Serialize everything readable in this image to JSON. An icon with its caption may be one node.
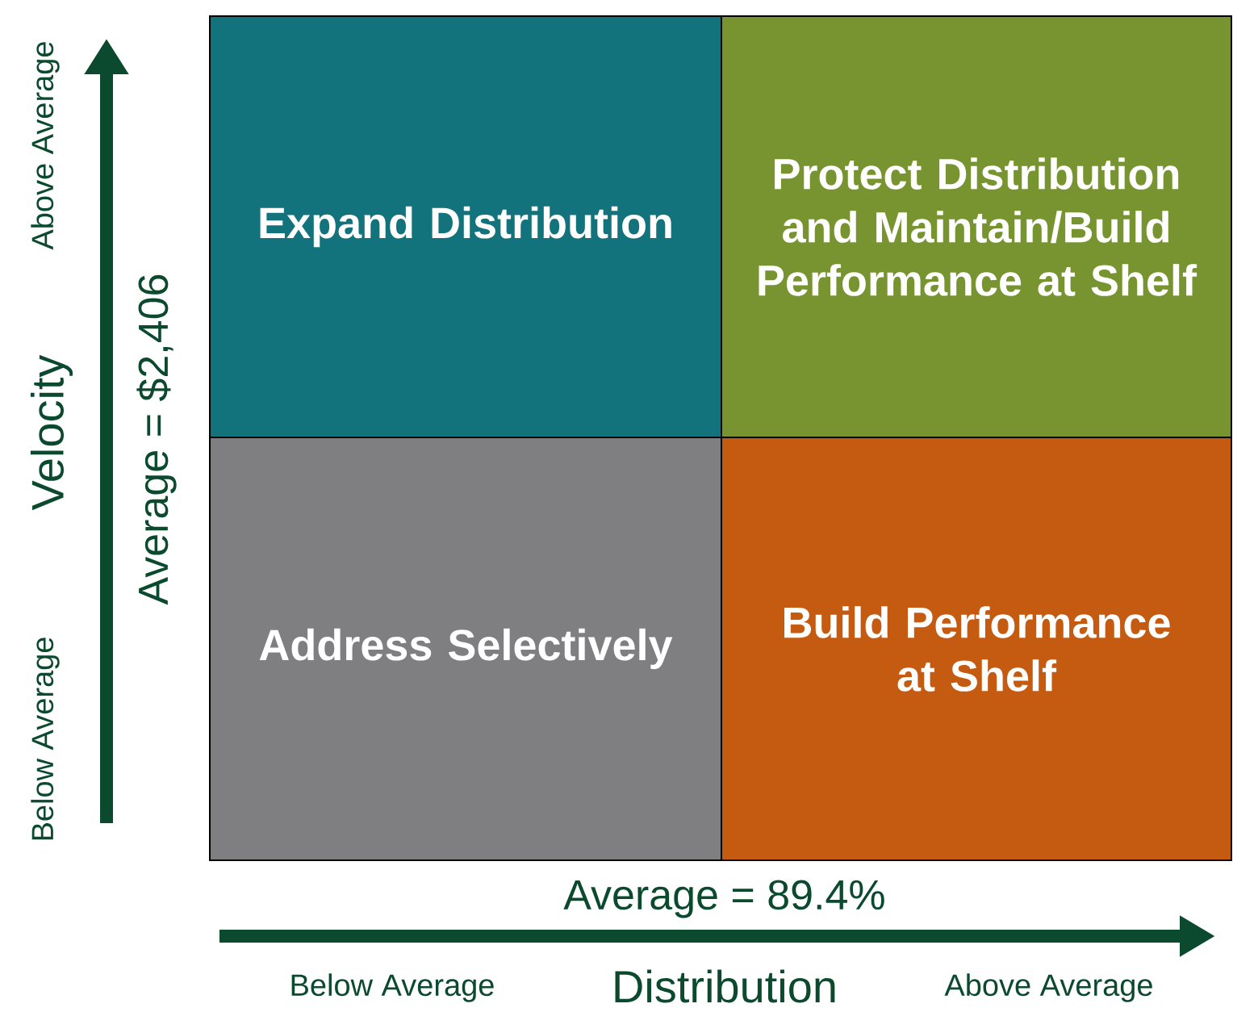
{
  "diagram": {
    "nodes": [
      {
        "text": [
          "Expand Distribution"
        ]
      },
      {
        "text": [
          "Protect Distribution and Maintain/Build Performance at Shelf"
        ]
      },
      {
        "text": [
          "Address Selectively"
        ]
      },
      {
        "text": [
          "Build Performance at Shelf"
        ]
      }
    ],
    "labels": [
      "Above Average",
      "Velocity",
      "Average = $2,406",
      "Below Average",
      "Average = 89.4%",
      "Below Average",
      "Distribution",
      "Above Average"
    ]
  }
}
